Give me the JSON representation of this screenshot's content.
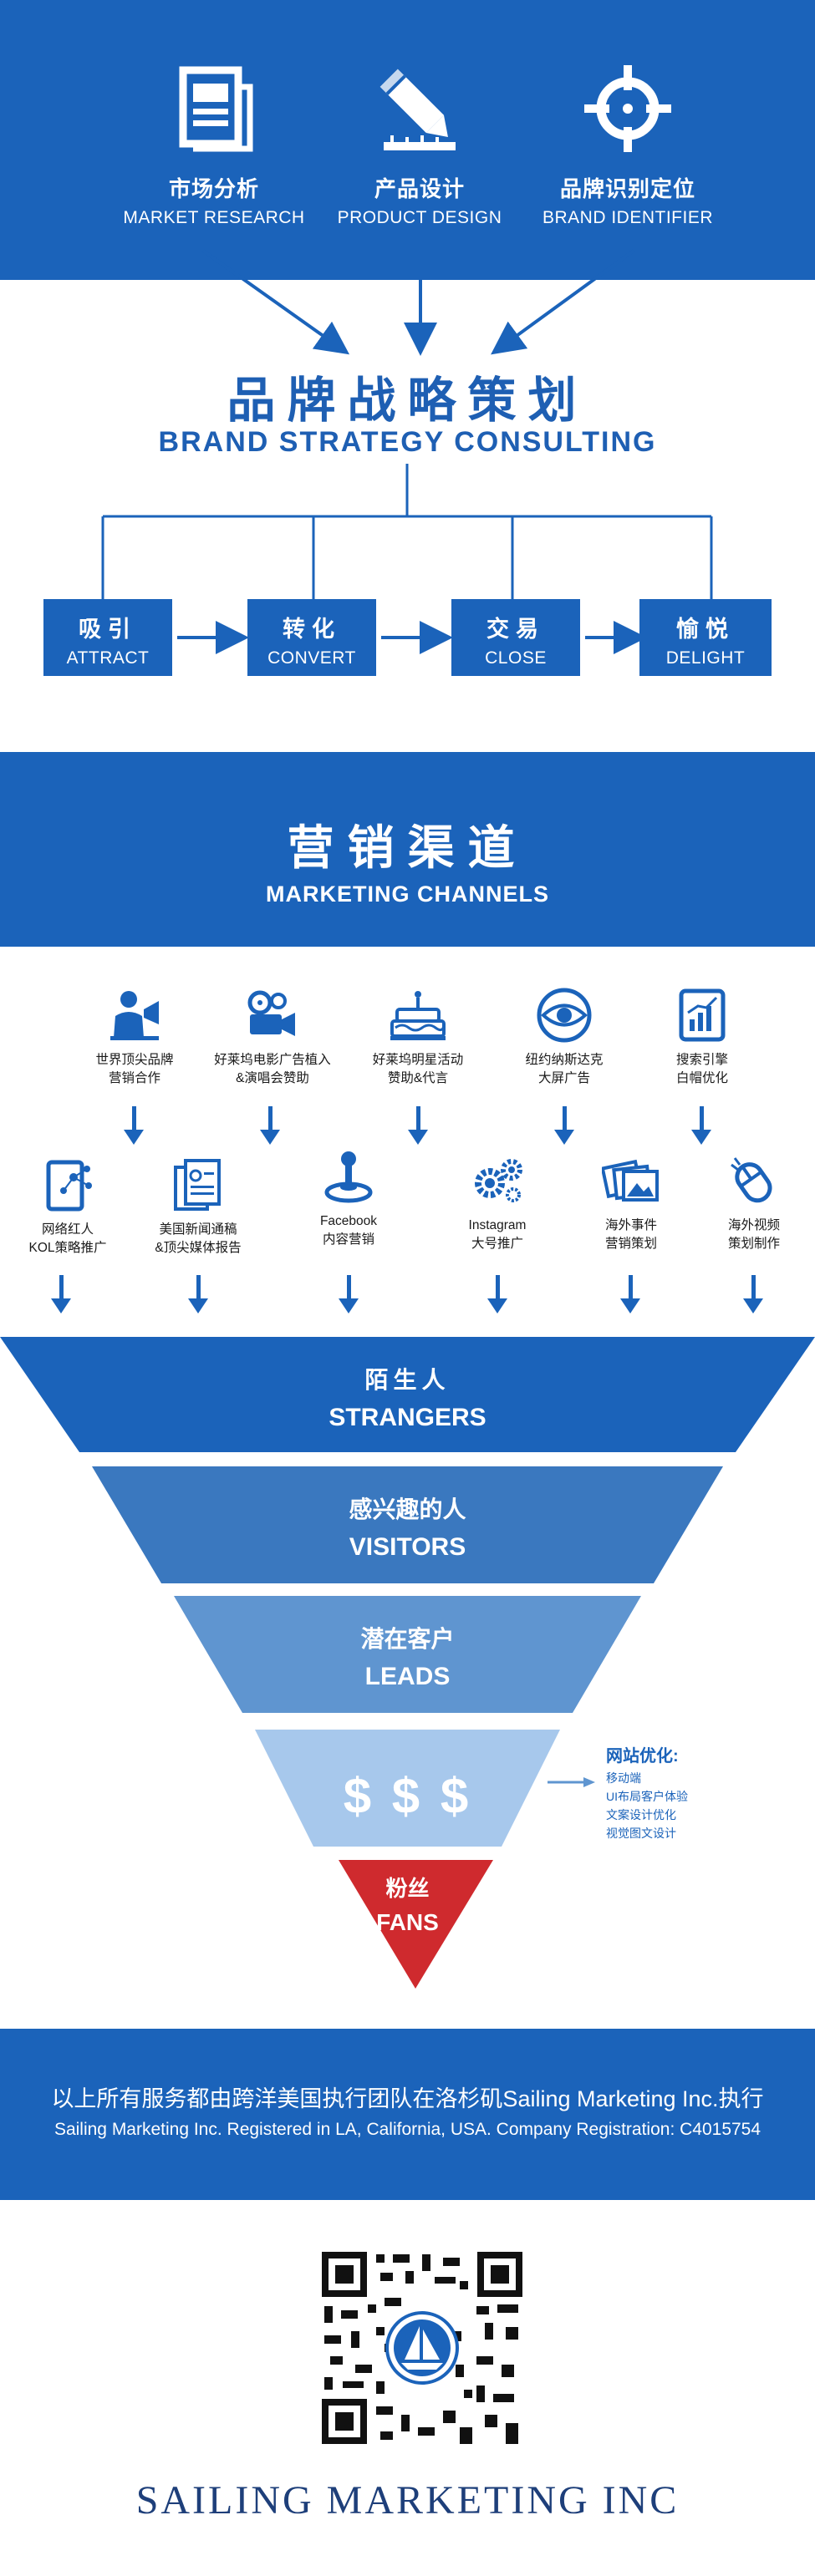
{
  "top": {
    "items": [
      {
        "cn": "市场分析",
        "en": "MARKET RESEARCH",
        "icon": "document-icon"
      },
      {
        "cn": "产品设计",
        "en": "PRODUCT DESIGN",
        "icon": "pencil-ruler-icon"
      },
      {
        "cn": "品牌识别定位",
        "en": "BRAND IDENTIFIER",
        "icon": "crosshair-icon"
      }
    ]
  },
  "strategy": {
    "cn": "品牌战略策划",
    "en": "BRAND STRATEGY CONSULTING"
  },
  "steps": [
    {
      "cn": "吸引",
      "en": "ATTRACT"
    },
    {
      "cn": "转化",
      "en": "CONVERT"
    },
    {
      "cn": "交易",
      "en": "CLOSE"
    },
    {
      "cn": "愉悦",
      "en": "DELIGHT"
    }
  ],
  "channels": {
    "cn": "营销渠道",
    "en": "MARKETING CHANNELS",
    "row1": [
      {
        "l1": "世界顶尖品牌",
        "l2": "营销合作",
        "icon": "presenter-megaphone-icon"
      },
      {
        "l1": "好莱坞电影广告植入",
        "l2": "&演唱会赞助",
        "icon": "film-camera-icon"
      },
      {
        "l1": "好莱坞明星活动",
        "l2": "赞助&代言",
        "icon": "cake-icon"
      },
      {
        "l1": "纽约纳斯达克",
        "l2": "大屏广告",
        "icon": "eye-icon"
      },
      {
        "l1": "搜索引擎",
        "l2": "白帽优化",
        "icon": "growth-chart-icon"
      }
    ],
    "row2": [
      {
        "l1": "网络红人",
        "l2": "KOL策略推广",
        "icon": "tablet-network-icon"
      },
      {
        "l1": "美国新闻通稿",
        "l2": "&顶尖媒体报告",
        "icon": "news-documents-icon"
      },
      {
        "l1": "Facebook",
        "l2": "内容营销",
        "icon": "joystick-icon"
      },
      {
        "l1": "Instagram",
        "l2": "大号推广",
        "icon": "gears-icon"
      },
      {
        "l1": "海外事件",
        "l2": "营销策划",
        "icon": "photo-cards-icon"
      },
      {
        "l1": "海外视频",
        "l2": "策划制作",
        "icon": "mouse-icon"
      }
    ]
  },
  "funnel": {
    "layers": [
      {
        "cn": "陌生人",
        "en": "STRANGERS",
        "color": "#1b63ba"
      },
      {
        "cn": "感兴趣的人",
        "en": "VISITORS",
        "color": "#3a78bf"
      },
      {
        "cn": "潜在客户",
        "en": "LEADS",
        "color": "#5f95d0"
      },
      {
        "cn": "",
        "en": "$ $ $",
        "color": "#a7c8ec"
      },
      {
        "cn": "粉丝",
        "en": "FANS",
        "color": "#cf2a2e"
      }
    ],
    "note": {
      "title": "网站优化:",
      "lines": [
        "移动端",
        "UI布局客户体验",
        "文案设计优化",
        "视觉图文设计"
      ]
    }
  },
  "footer": {
    "cn": "以上所有服务都由跨洋美国执行团队在洛杉矶Sailing Marketing Inc.执行",
    "en": "Sailing Marketing Inc. Registered in LA, California, USA. Company Registration: C4015754"
  },
  "brand": {
    "name": "SAILING MARKETING INC"
  },
  "colors": {
    "primary": "#1b63ba",
    "dark_text": "#1e5fb3",
    "fans_red": "#cf2a2e"
  }
}
